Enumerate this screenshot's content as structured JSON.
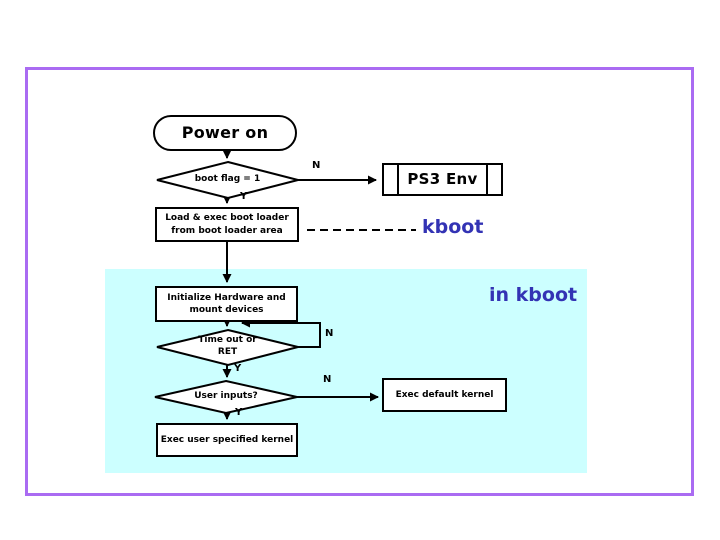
{
  "diagram": {
    "nodes": {
      "power_on": {
        "label": "Power on"
      },
      "boot_flag": {
        "label": "boot flag = 1"
      },
      "ps3_env": {
        "label": "PS3 Env"
      },
      "load_boot_loader": {
        "line1": "Load & exec boot loader",
        "line2": "from boot loader area"
      },
      "init_hardware": {
        "line1": "Initialize Hardware and",
        "line2": "mount devices"
      },
      "timeout": {
        "line1": "Time out or",
        "line2": "RET"
      },
      "user_inputs": {
        "label": "User inputs?"
      },
      "exec_default": {
        "label": "Exec default kernel"
      },
      "exec_user": {
        "label": "Exec user specified kernel"
      }
    },
    "edge_labels": {
      "boot_flag_no": "N",
      "boot_flag_yes": "Y",
      "timeout_no": "N",
      "timeout_yes": "Y",
      "user_inputs_no": "N",
      "user_inputs_yes": "Y"
    },
    "annotations": {
      "kboot": "kboot",
      "in_kboot": "in kboot"
    },
    "colors": {
      "frame_border": "#aa6bf2",
      "kboot_region_fill": "#ccffff",
      "annotation_text": "#3333b4",
      "shape_stroke": "#000000",
      "shape_fill": "#ffffff"
    }
  }
}
